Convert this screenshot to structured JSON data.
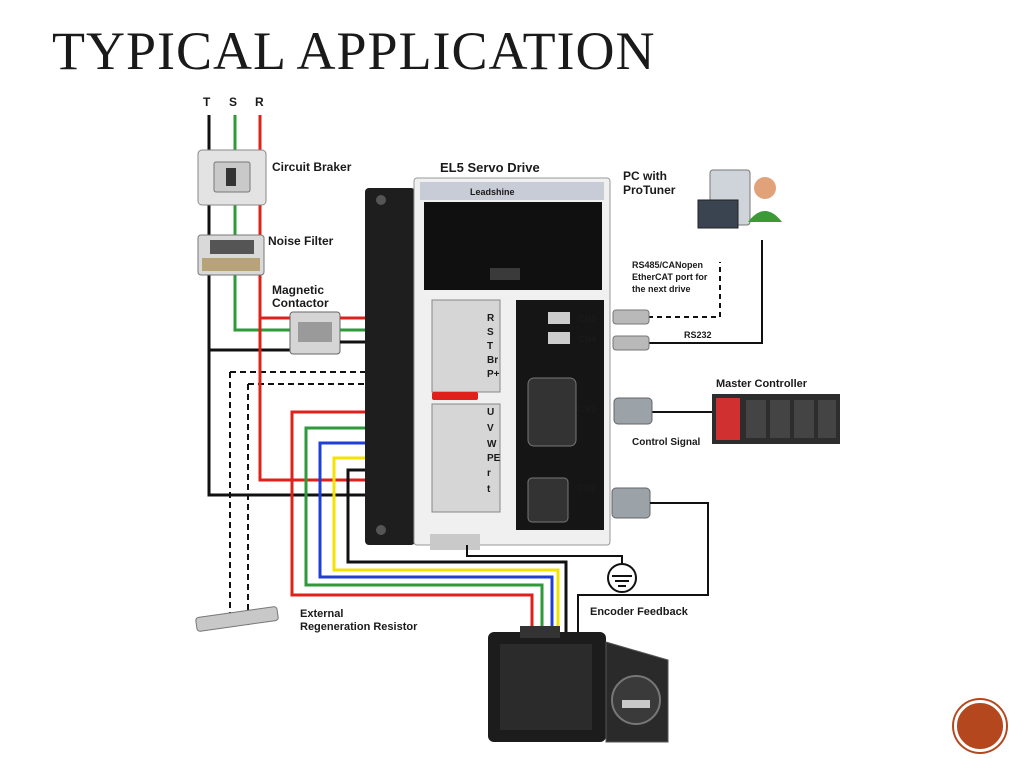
{
  "slide": {
    "title": "TYPICAL APPLICATION"
  },
  "phases": [
    "T",
    "S",
    "R"
  ],
  "labels": {
    "circuit_breaker": "Circuit Braker",
    "noise_filter": "Noise Filter",
    "magnetic_contactor": [
      "Magnetic",
      "Contactor"
    ],
    "servo_drive": "EL5 Servo Drive",
    "brand": "Leadshine",
    "pc": [
      "PC with",
      "ProTuner"
    ],
    "comm": [
      "RS485/CANopen",
      "EtherCAT port for",
      "the next drive"
    ],
    "rs232": "RS232",
    "master_controller": "Master Controller",
    "control_signal": "Control Signal",
    "encoder_feedback": "Encoder Feedback",
    "regen_resistor": [
      "External",
      "Regeneration Resistor"
    ]
  },
  "terminals": {
    "power": [
      "R",
      "S",
      "T",
      "Br",
      "P+"
    ],
    "motor": [
      "U",
      "V",
      "W",
      "PE",
      "r",
      "t"
    ],
    "ports": [
      "CN3",
      "CN4",
      "CN1",
      "CN2"
    ]
  },
  "colors": {
    "red": "#e0201b",
    "green": "#2e9a3a",
    "black": "#111111",
    "blue": "#1f3fd6",
    "yellow": "#f2e300",
    "accent": "#b5471f"
  }
}
